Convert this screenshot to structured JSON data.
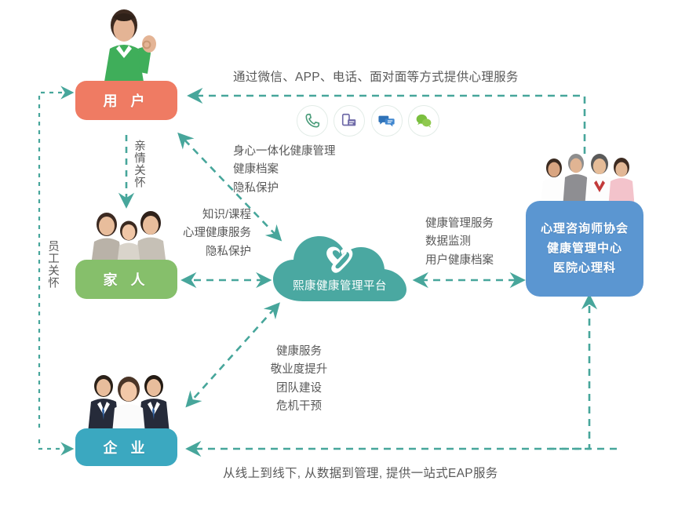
{
  "diagram": {
    "title_top": "通过微信、APP、电话、面对面等方式提供心理服务",
    "title_bottom": "从线上到线下, 从数据到管理, 提供一站式EAP服务"
  },
  "nodes": {
    "user": {
      "label": "用 户",
      "color": "#ef7b63",
      "photo": "young-man-photo"
    },
    "family": {
      "label": "家 人",
      "color": "#86bf6b",
      "photo": "family-photo"
    },
    "enterprise": {
      "label": "企 业",
      "color": "#3ba8c0",
      "photo": "business-team-photo"
    },
    "platform": {
      "label": "熙康健康管理平台",
      "color": "#4aa8a1",
      "logo": "heart-link-logo"
    },
    "institution": {
      "lines": [
        "心理咨询师协会",
        "健康管理中心",
        "医院心理科"
      ],
      "color": "#5b96d1",
      "photo": "doctors-photo"
    }
  },
  "channels": [
    {
      "name": "phone-icon",
      "color": "#4a9c7a"
    },
    {
      "name": "mobile-app-icon",
      "color": "#6f6aa8"
    },
    {
      "name": "message-icon",
      "color": "#2f72b8"
    },
    {
      "name": "wechat-icon",
      "color": "#7bbf3f"
    }
  ],
  "labels": {
    "platform_to_user": "身心一体化健康管理\n健康档案\n隐私保护",
    "platform_to_family": "知识/课程\n心理健康服务\n隐私保护",
    "platform_to_institution": "健康管理服务\n数据监测\n用户健康档案",
    "platform_to_enterprise": "健康服务\n敬业度提升\n团队建设\n危机干预",
    "family_care": "亲情关怀",
    "employee_care": "员工关怀"
  },
  "style": {
    "arrow_color": "#47a69b",
    "text_color": "#595959",
    "background": "#ffffff"
  }
}
